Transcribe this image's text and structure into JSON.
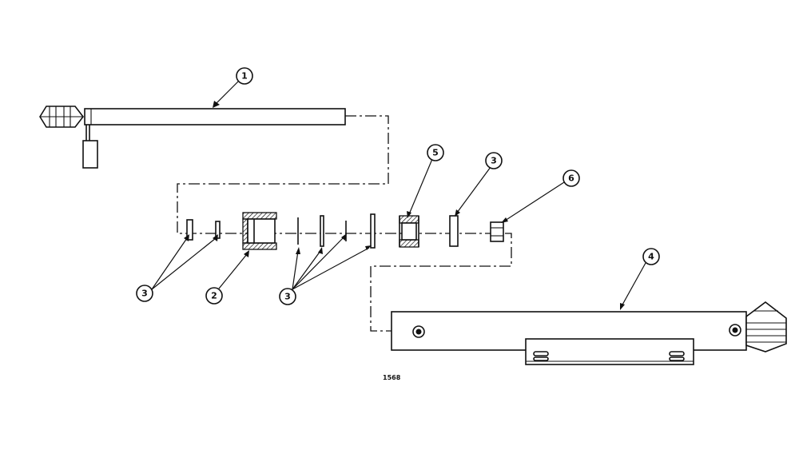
{
  "drawing_number": "1568",
  "callouts": {
    "c1": "1",
    "c2": "2",
    "c3a": "3",
    "c3b": "3",
    "c3c": "3",
    "c4": "4",
    "c5": "5",
    "c6": "6"
  }
}
